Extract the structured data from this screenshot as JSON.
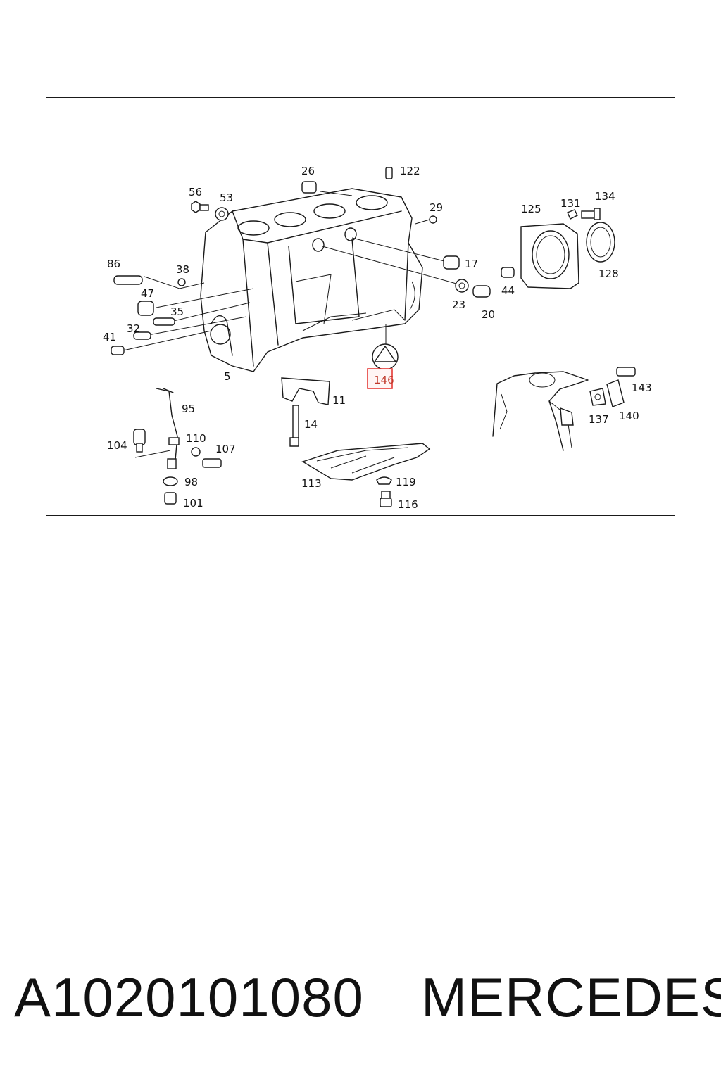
{
  "diagram": {
    "callouts": [
      "26",
      "122",
      "56",
      "53",
      "29",
      "125",
      "131",
      "134",
      "17",
      "128",
      "86",
      "38",
      "47",
      "23",
      "44",
      "35",
      "20",
      "32",
      "41",
      "5",
      "146",
      "11",
      "143",
      "95",
      "14",
      "137",
      "140",
      "104",
      "110",
      "107",
      "113",
      "119",
      "98",
      "101",
      "116"
    ],
    "highlighted_callout": "146",
    "highlight_color": "#e53935"
  },
  "caption": {
    "part_number": "A1020101080",
    "brand": "MERCEDES"
  }
}
